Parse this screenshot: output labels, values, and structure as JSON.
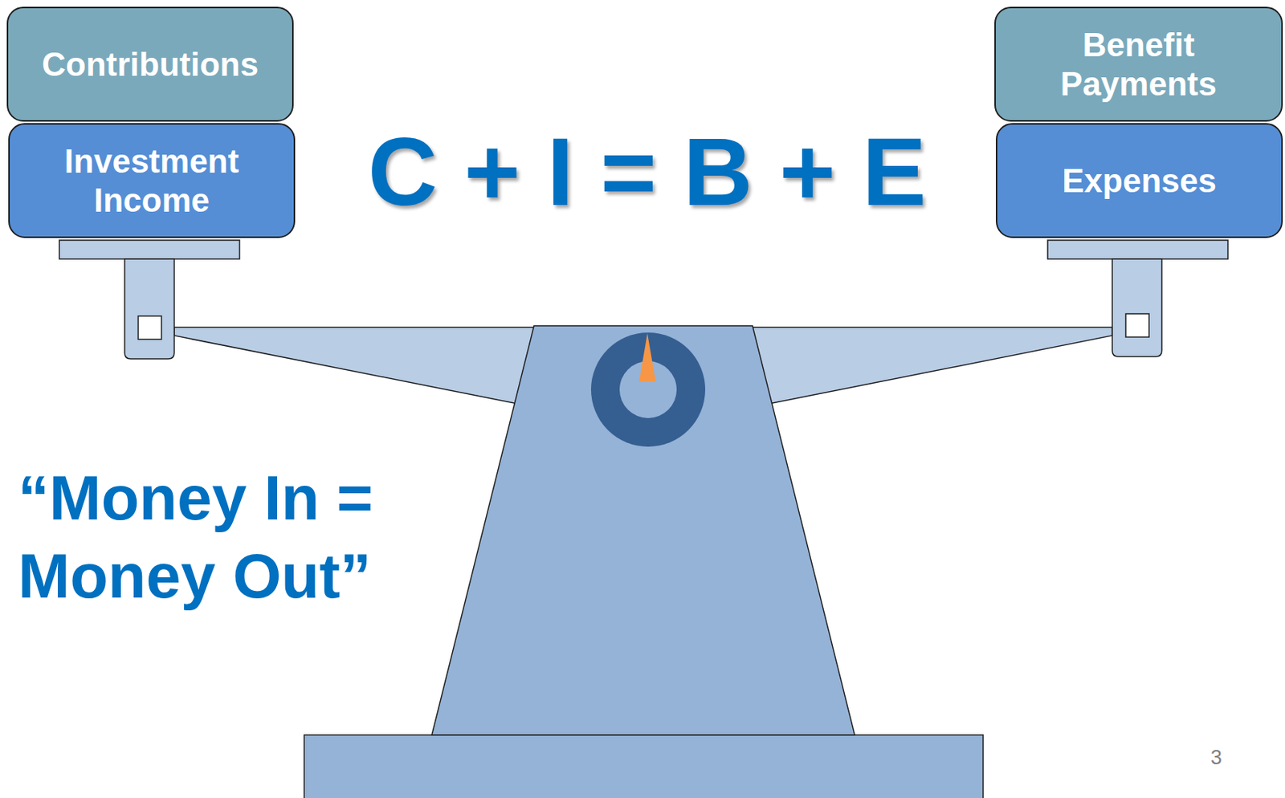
{
  "diagram": {
    "nodes": [
      {
        "text": [
          "Contributions"
        ]
      },
      {
        "text": [
          "Benefit Payments"
        ]
      },
      {
        "text": [
          "Investment Income"
        ]
      },
      {
        "text": [
          "Expenses"
        ]
      }
    ],
    "labels": [
      "C + I = B + E",
      "“Money In = Money Out”",
      "3"
    ]
  }
}
